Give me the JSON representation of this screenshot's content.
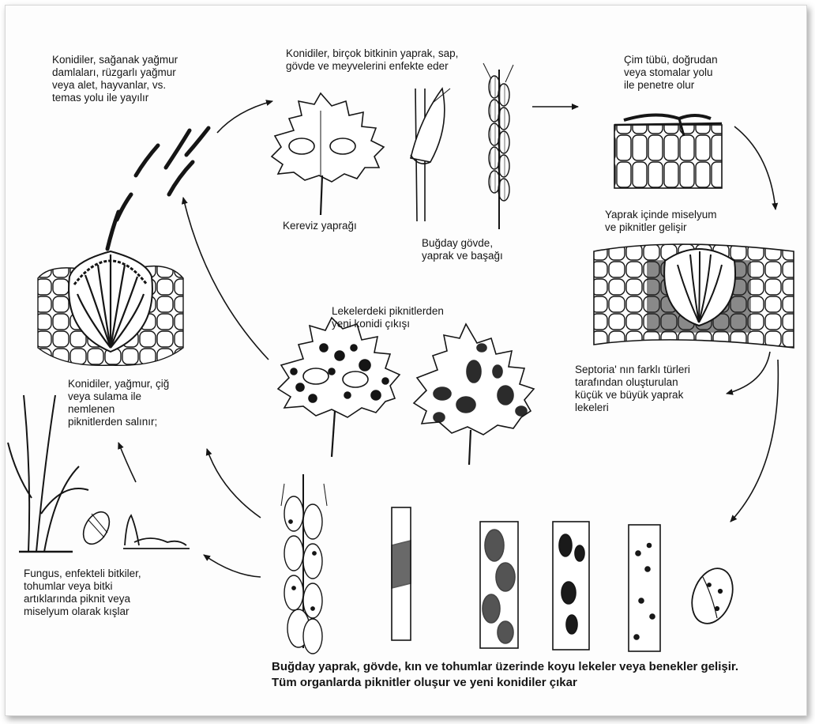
{
  "labels": {
    "top_left": [
      "Konidiler, sağanak yağmur",
      "damlaları, rüzgarlı yağmur",
      "veya alet, hayvanlar, vs.",
      "temas yolu ile yayılır"
    ],
    "top_center": [
      "Konidiler, birçok bitkinin yaprak, sap,",
      "gövde ve meyvelerini enfekte eder"
    ],
    "top_right": [
      "Çim tübü, doğrudan",
      "veya stomalar yolu",
      "ile penetre olur"
    ],
    "celery_leaf": [
      "Kereviz yaprağı"
    ],
    "wheat_parts": [
      "Buğday gövde,",
      "yaprak ve başağı"
    ],
    "mycelium": [
      "Yaprak içinde miselyum",
      "ve piknitler gelişir"
    ],
    "center": [
      "Lekelerdeki piknitlerden",
      "yeni konidi çıkışı"
    ],
    "left_middle": [
      "Konidiler, yağmur, çiğ",
      "veya sulama ile",
      "nemlenen",
      "piknitlerden salınır;"
    ],
    "right_middle": [
      "Septoria' nın farklı türleri",
      "tarafından oluşturulan",
      "küçük ve büyük yaprak",
      "lekeleri"
    ],
    "bottom_left": [
      "Fungus, enfekteli bitkiler,",
      "tohumlar veya bitki",
      "artıklarında piknit veya",
      "miselyum olarak kışlar"
    ],
    "bottom": [
      "Buğday yaprak, gövde, kın ve tohumlar üzerinde koyu lekeler veya benekler gelişir.",
      "Tüm organlarda piknitler oluşur ve yeni konidiler çıkar"
    ]
  },
  "colors": {
    "ink": "#151515",
    "paper": "#fdfdfd"
  }
}
